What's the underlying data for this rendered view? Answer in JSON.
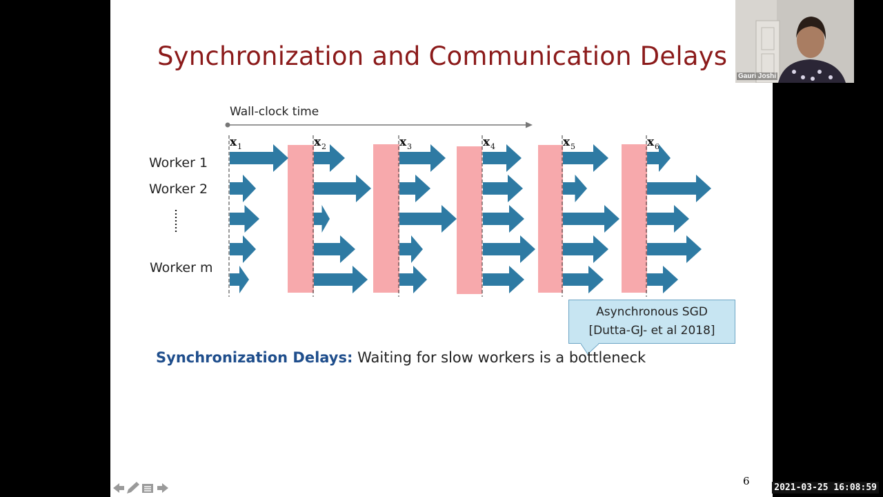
{
  "slide": {
    "title": "Synchronization and Communication Delays",
    "page_number": "6"
  },
  "diagram": {
    "time_axis_label": "Wall-clock time",
    "workers": [
      "Worker 1",
      "Worker 2",
      "Worker m"
    ],
    "iterate_labels": [
      "x",
      "x",
      "x",
      "x",
      "x",
      "x"
    ],
    "iterate_subscripts": [
      "1",
      "2",
      "3",
      "4",
      "5",
      "6"
    ],
    "arrow_color": "#2e7aa3",
    "barrier_color": "#f7a9ac"
  },
  "callout": {
    "line1": "Asynchronous SGD",
    "line2": "[Dutta-GJ- et al 2018]"
  },
  "caption": {
    "emphasis": "Synchronization Delays",
    "colon": ":",
    "text": " Waiting for slow workers is a bottleneck"
  },
  "webcam": {
    "name": "Gauri Joshi"
  },
  "recording": {
    "timestamp": "2021-03-25  16:08:59"
  },
  "nav_icons": [
    "arrow-left-icon",
    "pen-icon",
    "menu-icon",
    "arrow-right-icon"
  ]
}
